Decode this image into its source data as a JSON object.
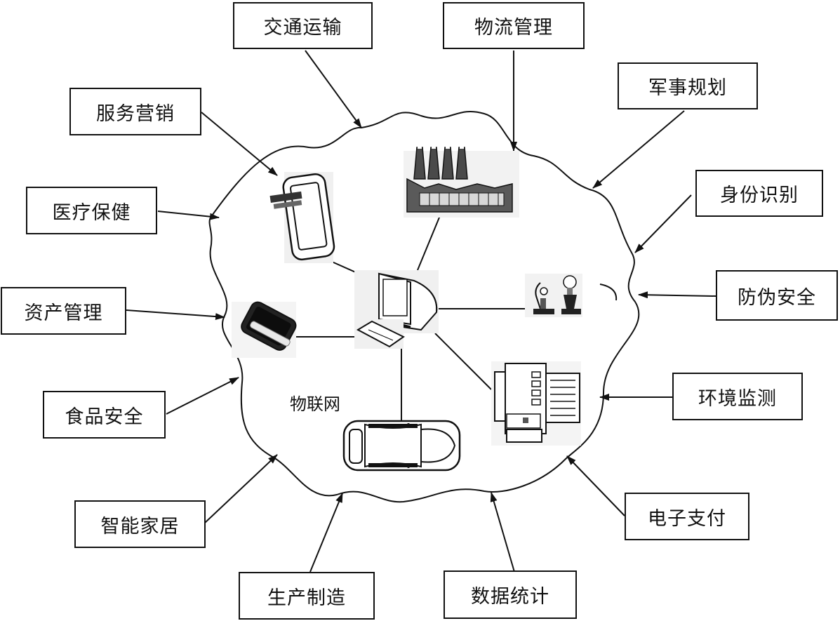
{
  "center_label": "物联网",
  "applications": {
    "jiaotong_yunshu": "交通运输",
    "wuliu_guanli": "物流管理",
    "junshi_guihua": "军事规划",
    "shenfen_shibie": "身份识别",
    "fangwei_anquan": "防伪安全",
    "huanjing_jiance": "环境监测",
    "dianzi_zhifu": "电子支付",
    "shuju_tongji": "数据统计",
    "shengchan_zhizao": "生产制造",
    "zhineng_jiaju": "智能家居",
    "shipin_anquan": "食品安全",
    "zichan_guanli": "资产管理",
    "yiliao_baojian": "医疗保健",
    "fuwu_yingxiao": "服务营销"
  }
}
